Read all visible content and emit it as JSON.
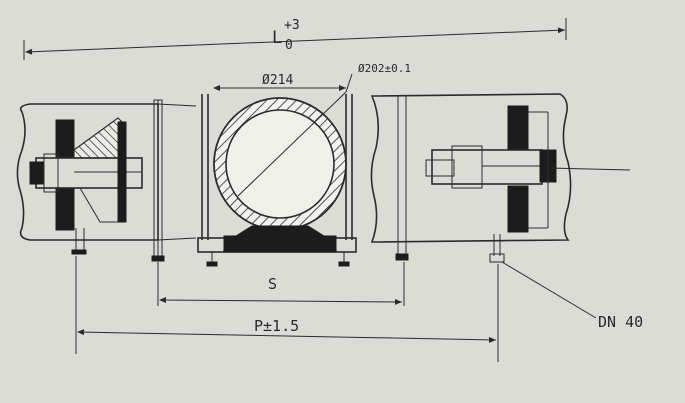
{
  "labels": {
    "length_base": "L",
    "length_sub": "0",
    "length_sup": "+3",
    "outer_dia": "Ø214",
    "inner_dia": "Ø202±0.1",
    "spacing": "S",
    "pitch": "P±1.5",
    "pipe_size": "DN 40"
  },
  "colors": {
    "paper": "#dcdcd6",
    "ink": "#2b2b2b",
    "fill": "#1c1c1c"
  }
}
